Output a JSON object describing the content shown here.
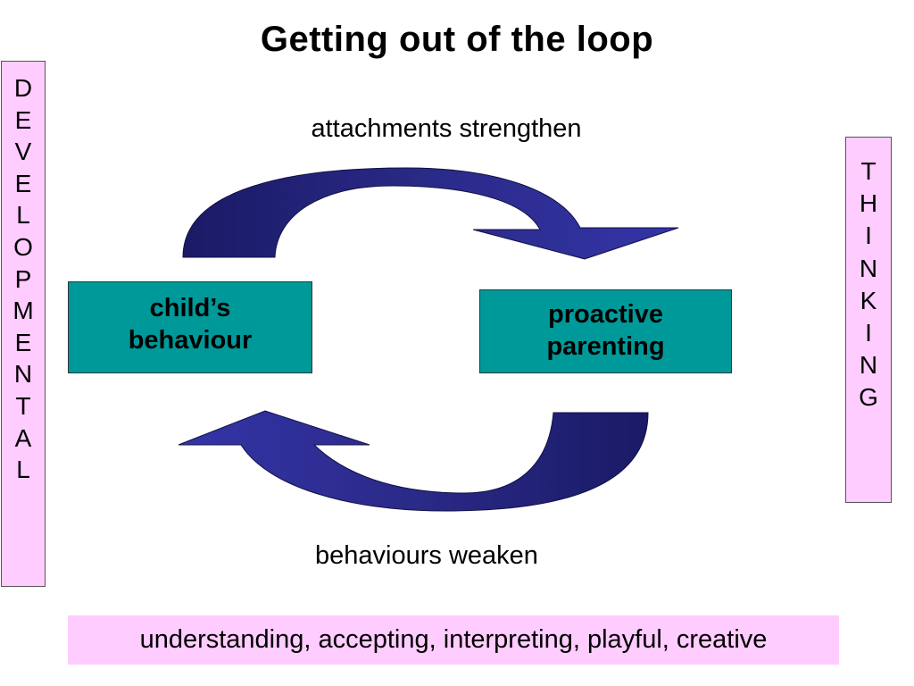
{
  "title": "Getting out of the loop",
  "diagram": {
    "top_label": "attachments strengthen",
    "bottom_label": "behaviours weaken",
    "nodes": {
      "child_behaviour": "child’s\nbehaviour",
      "proactive_parenting": "proactive\nparenting"
    },
    "left_side_letters": [
      "D",
      "E",
      "V",
      "E",
      "L",
      "O",
      "P",
      "M",
      "E",
      "N",
      "T",
      "A",
      "L"
    ],
    "right_side_letters": [
      "T",
      "H",
      "I",
      "N",
      "K",
      "I",
      "N",
      "G"
    ],
    "bottom_strip": "understanding, accepting, interpreting, playful, creative"
  },
  "colors": {
    "node_fill": "#009999",
    "side_fill": "#ffccff",
    "arrow_dark": "#1a1a66",
    "arrow_light": "#3333a0"
  }
}
